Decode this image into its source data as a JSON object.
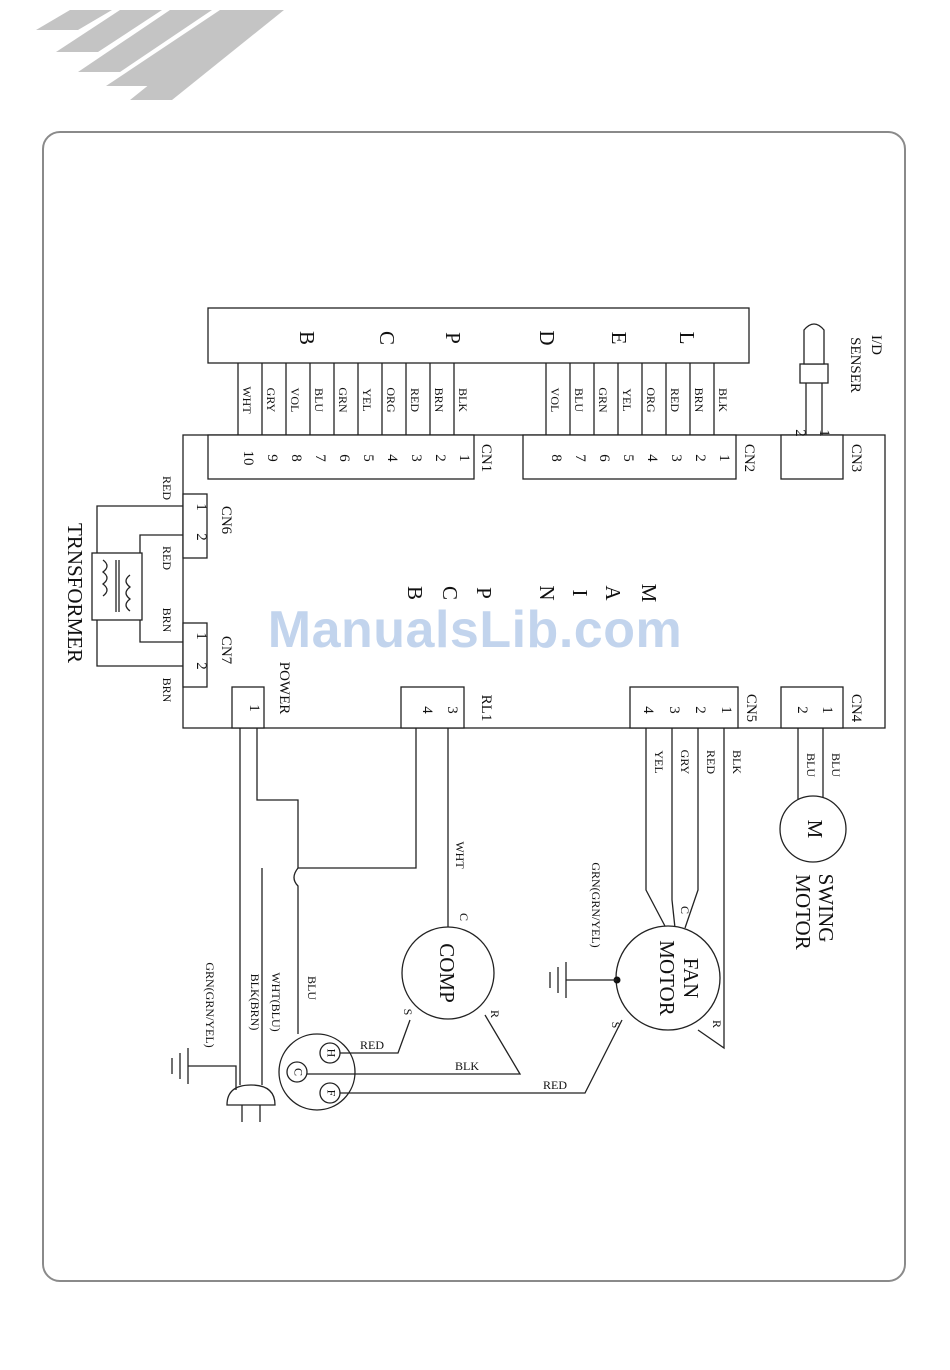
{
  "display_block": {
    "letters": [
      "B",
      "C",
      "P",
      "D",
      "E",
      "L"
    ]
  },
  "cn1": {
    "label": "CN1",
    "pins": [
      "1",
      "2",
      "3",
      "4",
      "5",
      "6",
      "7",
      "8",
      "9",
      "10"
    ],
    "wires": [
      "BLK",
      "BRN",
      "RED",
      "ORG",
      "YEL",
      "GRN",
      "BLU",
      "VOL",
      "GRY",
      "WHT"
    ]
  },
  "cn2": {
    "label": "CN2",
    "pins": [
      "1",
      "2",
      "3",
      "4",
      "5",
      "6",
      "7",
      "8"
    ],
    "wires": [
      "BLK",
      "BRN",
      "RED",
      "ORG",
      "YEL",
      "GRN",
      "BLU",
      "VOL"
    ]
  },
  "cn3": {
    "label": "CN3",
    "pins": [
      "1",
      "2"
    ]
  },
  "sensor": {
    "line1": "I/D",
    "line2": "SENSER"
  },
  "main_pcb": {
    "letters": [
      "M",
      "A",
      "I",
      "N",
      "P",
      "C",
      "B"
    ]
  },
  "cn6": {
    "label": "CN6",
    "pins": [
      "1",
      "2"
    ],
    "wires": [
      "RED",
      "RED"
    ]
  },
  "cn7": {
    "label": "CN7",
    "pins": [
      "1",
      "2"
    ],
    "wires": [
      "BRN",
      "BRN"
    ]
  },
  "transformer": {
    "label": "TRNSFORMER"
  },
  "power": {
    "label": "POWER",
    "pin": "1"
  },
  "rl1": {
    "label": "RL1",
    "pins": [
      "3",
      "4"
    ]
  },
  "cn5": {
    "label": "CN5",
    "pins": [
      "1",
      "2",
      "3",
      "4"
    ],
    "wires": [
      "BLK",
      "RED",
      "GRY",
      "YEL"
    ]
  },
  "cn4": {
    "label": "CN4",
    "pins": [
      "1",
      "2"
    ],
    "wires": [
      "BLU",
      "BLU"
    ]
  },
  "swing_motor": {
    "symbol": "M",
    "line1": "SWING",
    "line2": "MOTOR"
  },
  "fan_motor": {
    "line1": "FAN",
    "line2": "MOTOR",
    "c": "C",
    "s": "S",
    "r": "R",
    "ground": "GRN(GRN/YEL)"
  },
  "comp": {
    "label": "COMP",
    "c": "C",
    "s": "S",
    "r": "R",
    "c_wire": "WHT"
  },
  "capacitor": {
    "h": "H",
    "c": "C",
    "f": "F"
  },
  "wires": {
    "red1": "RED",
    "blk": "BLK",
    "red2": "RED"
  },
  "plug": {
    "blu": "BLU",
    "wht": "WHT(BLU)",
    "blk": "BLK(BRN)",
    "ground": "GRN(GRN/YEL)"
  },
  "watermark": "ManualsLib.com"
}
